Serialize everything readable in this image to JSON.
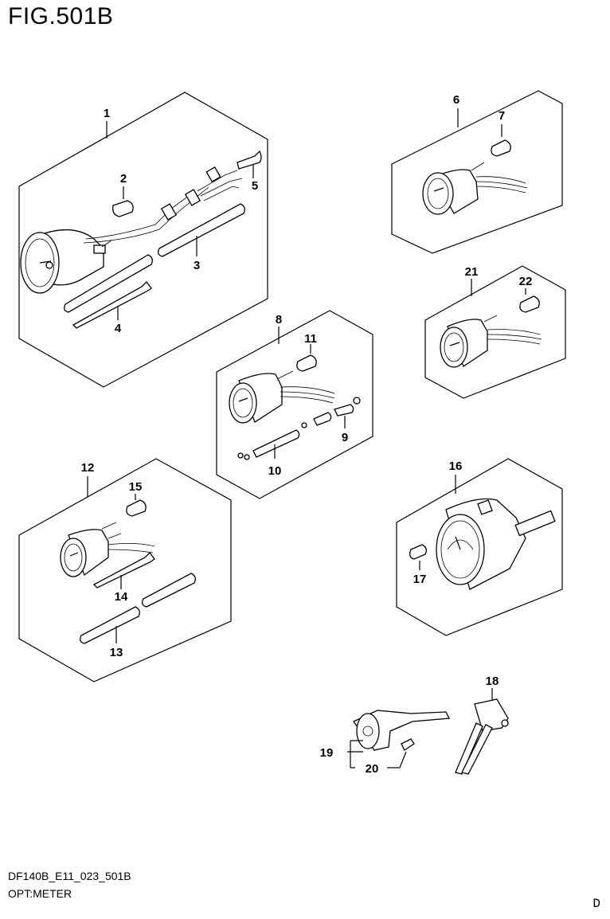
{
  "header": {
    "figure_title": "FIG.501B"
  },
  "footer": {
    "doc_code": "DF140B_E11_023_501B",
    "section": "OPT:METER",
    "corner_mark": "D"
  },
  "callouts": {
    "c1": "1",
    "c2": "2",
    "c3": "3",
    "c4": "4",
    "c5": "5",
    "c6": "6",
    "c7": "7",
    "c8": "8",
    "c9": "9",
    "c10": "10",
    "c11": "11",
    "c12": "12",
    "c13": "13",
    "c14": "14",
    "c15": "15",
    "c16": "16",
    "c17": "17",
    "c18": "18",
    "c19": "19",
    "c20": "20",
    "c21": "21",
    "c22": "22"
  }
}
